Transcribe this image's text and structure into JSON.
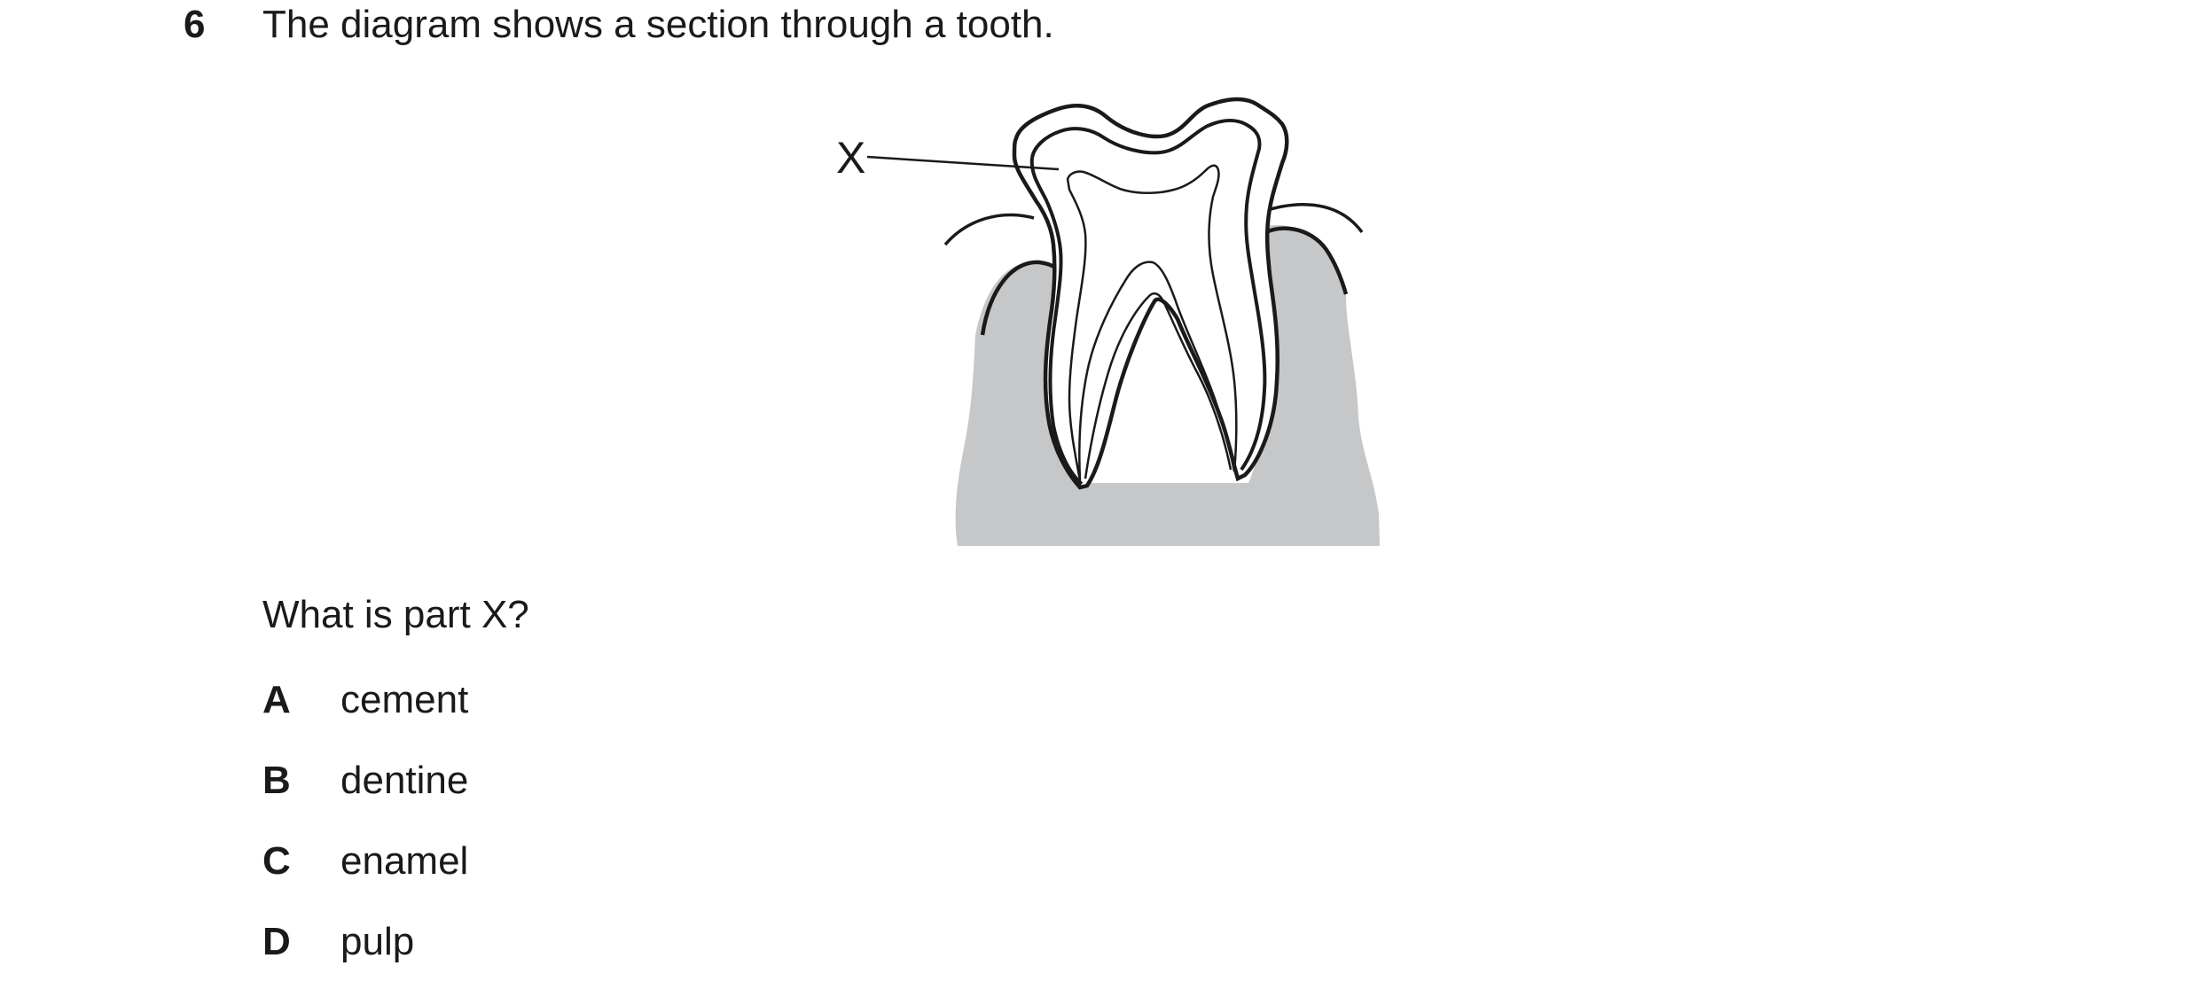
{
  "question": {
    "number": "6",
    "stem": "The diagram shows a section through a tooth.",
    "prompt": "What is part X?",
    "options": [
      {
        "letter": "A",
        "text": "cement"
      },
      {
        "letter": "B",
        "text": "dentine"
      },
      {
        "letter": "C",
        "text": "enamel"
      },
      {
        "letter": "D",
        "text": "pulp"
      }
    ]
  },
  "diagram": {
    "label_x": "X",
    "gum_color": "#c6c7c9",
    "line_color": "#1a1a1a"
  }
}
